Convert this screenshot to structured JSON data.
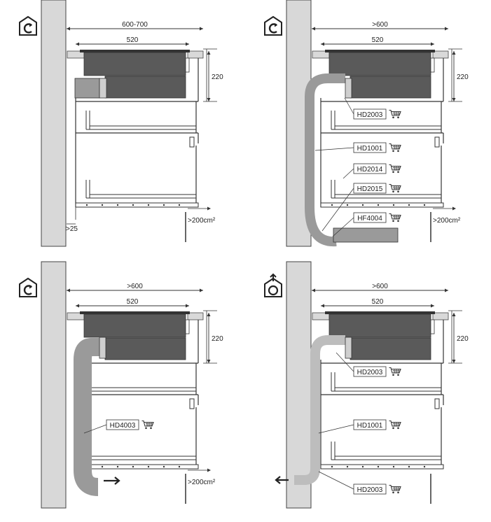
{
  "panels": [
    {
      "id": "top-left",
      "mode": "recirculation",
      "width_dim": "600-700",
      "hob_dim": "520",
      "height_dim": "220",
      "vent_label": ">200cm²",
      "gap_label": ">25",
      "parts": []
    },
    {
      "id": "top-right",
      "mode": "recirculation",
      "width_dim": ">600",
      "hob_dim": "520",
      "height_dim": "220",
      "vent_label": ">200cm²",
      "parts": [
        "HD2003",
        "HD1001",
        "HD2014",
        "HD2015",
        "HF4004"
      ]
    },
    {
      "id": "bottom-left",
      "mode": "recirculation",
      "width_dim": ">600",
      "hob_dim": "520",
      "height_dim": "220",
      "vent_label": ">200cm²",
      "parts": [
        "HD4003"
      ]
    },
    {
      "id": "bottom-right",
      "mode": "extraction",
      "width_dim": ">600",
      "hob_dim": "520",
      "height_dim": "220",
      "parts": [
        "HD2003",
        "HD1001",
        "HD2003"
      ]
    }
  ],
  "icons": {
    "recirculation": "house-recirculation-icon",
    "extraction": "house-extraction-icon",
    "cart": "shopping-cart-icon"
  }
}
